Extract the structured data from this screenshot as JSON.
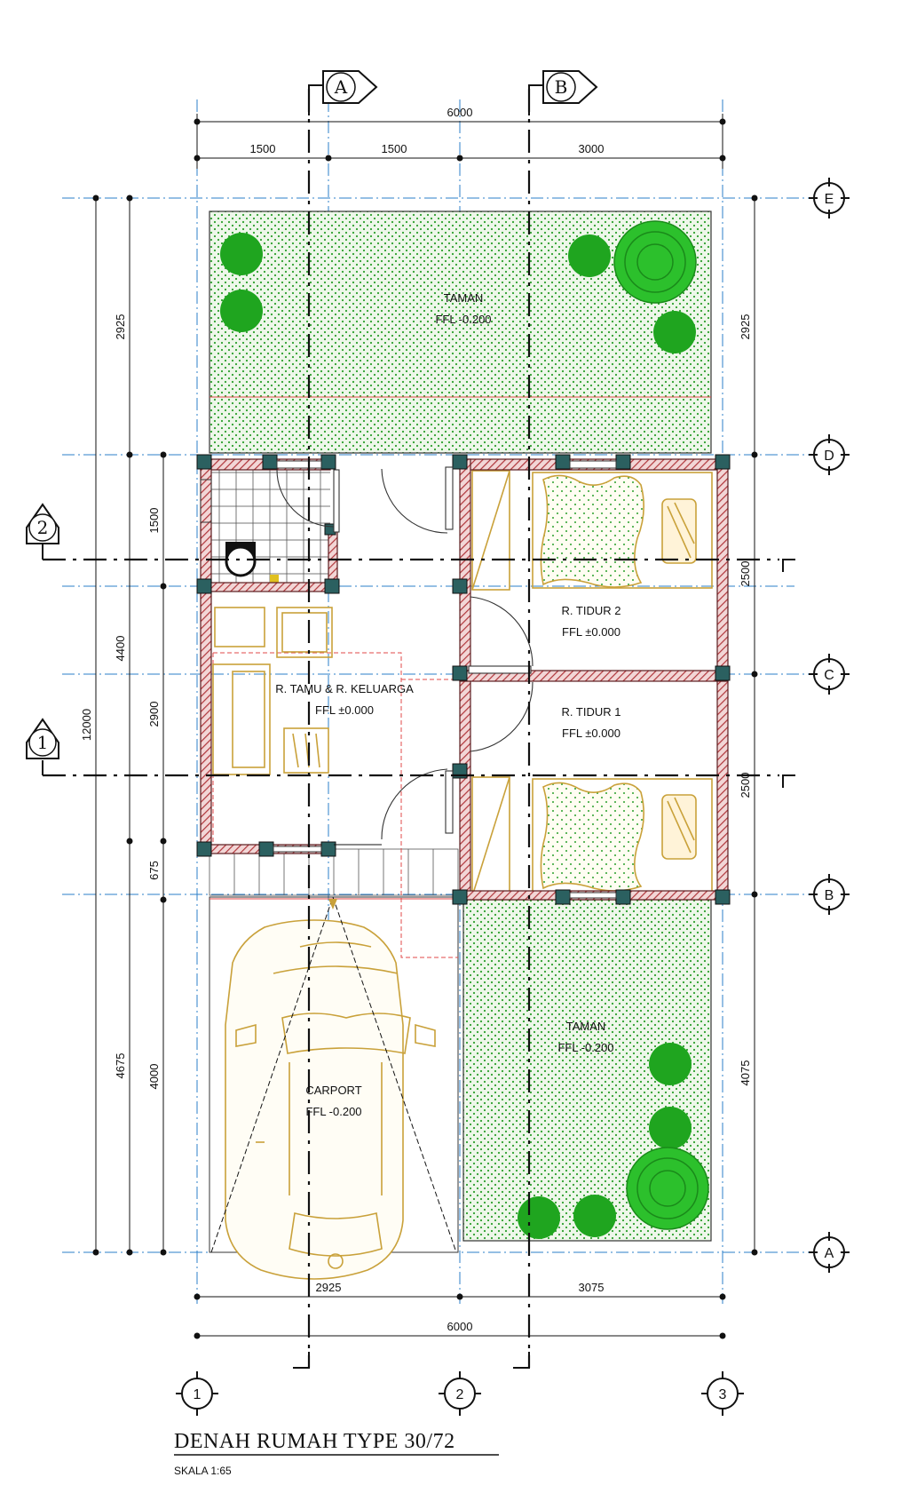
{
  "title": "DENAH RUMAH TYPE 30/72",
  "scale": "SKALA 1:65",
  "colors": {
    "wall": "#b0363b",
    "grid": "#2b7fc9",
    "garden": "#2c9f2c",
    "furniture": "#c9a13a",
    "dashed_red": "#e04848",
    "tree": "#1fa51f"
  },
  "section_markers": {
    "a": "A",
    "b": "B",
    "one": "1",
    "two": "2"
  },
  "grid_right": [
    "E",
    "D",
    "C",
    "B",
    "A"
  ],
  "grid_bottom": [
    "1",
    "2",
    "3"
  ],
  "dims": {
    "top_total": "6000",
    "top_1": "1500",
    "top_2": "1500",
    "top_3": "3000",
    "bottom_1": "2925",
    "bottom_2": "3075",
    "bottom_total": "6000",
    "left_total": "12000",
    "left_a1": "2925",
    "left_a2": "4400",
    "left_a3": "4675",
    "left_b1": "1500",
    "left_b2": "2900",
    "left_b3": "675",
    "left_b4": "4000",
    "right_1": "2925",
    "right_2": "2500",
    "right_3": "2500",
    "right_4": "4075"
  },
  "rooms": {
    "taman_top": {
      "name": "TAMAN",
      "level": "FFL -0.200"
    },
    "tidur2": {
      "name": "R. TIDUR 2",
      "level": "FFL ±0.000"
    },
    "tamu": {
      "name": "R. TAMU & R. KELUARGA",
      "level": "FFL ±0.000"
    },
    "tidur1": {
      "name": "R. TIDUR 1",
      "level": "FFL ±0.000"
    },
    "taman_bottom": {
      "name": "TAMAN",
      "level": "FFL -0.200"
    },
    "carport": {
      "name": "CARPORT",
      "level": "FFL -0.200"
    }
  }
}
